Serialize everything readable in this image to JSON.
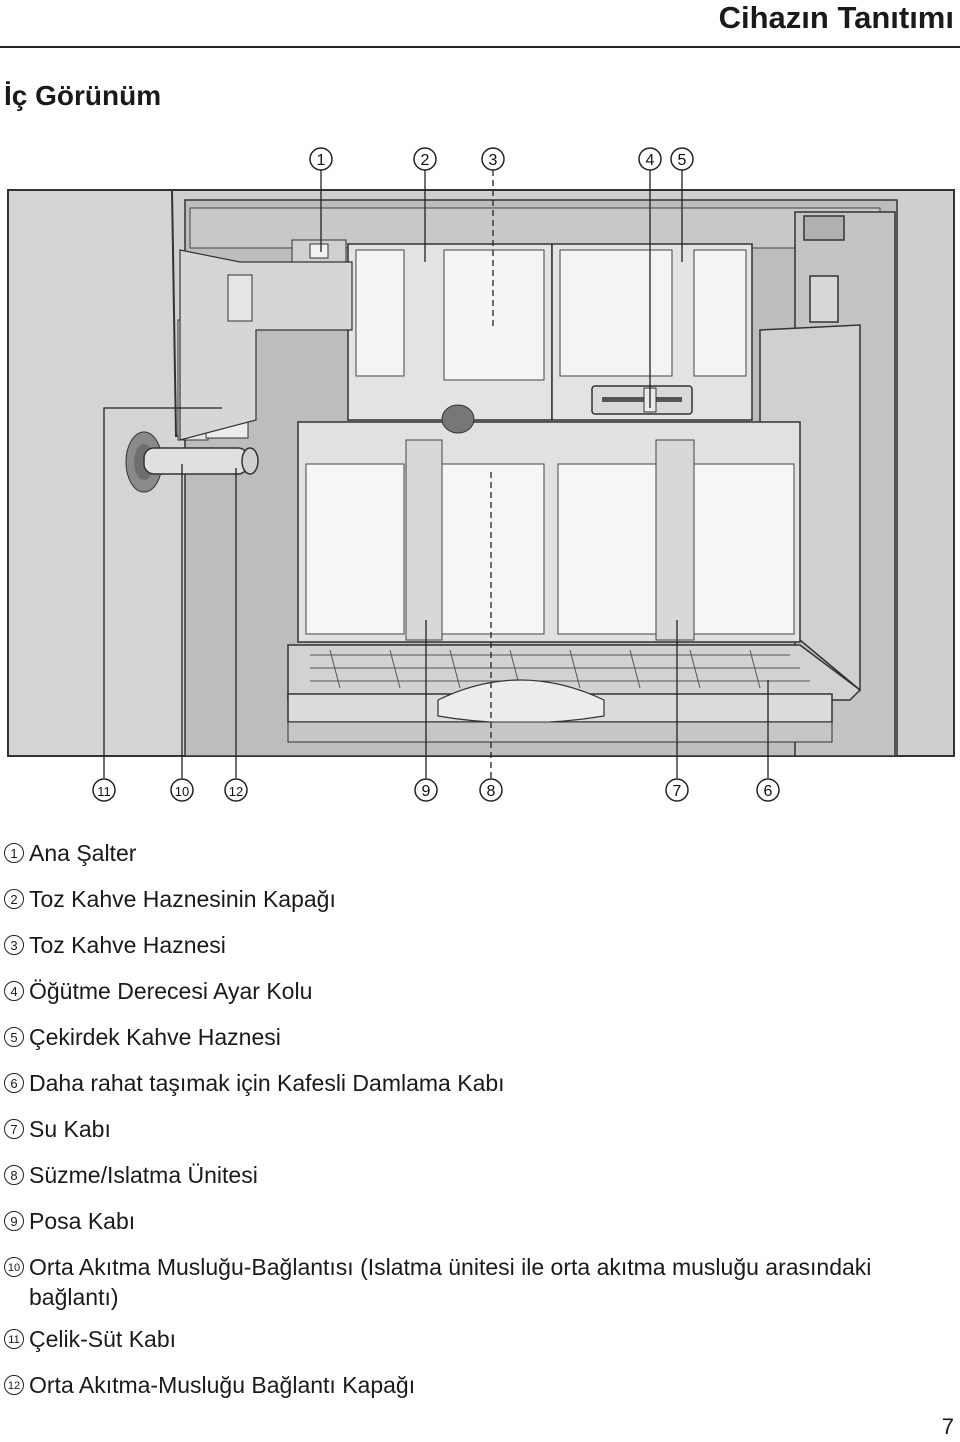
{
  "header": {
    "title": "Cihazın Tanıtımı"
  },
  "section": {
    "title": "İç Görünüm"
  },
  "figure": {
    "callouts_top": [
      "1",
      "2",
      "3",
      "4",
      "5"
    ],
    "callouts_bottom": [
      "11",
      "10",
      "12",
      "9",
      "8",
      "7",
      "6"
    ]
  },
  "legend": [
    {
      "num": "1",
      "text": "Ana Şalter"
    },
    {
      "num": "2",
      "text": "Toz Kahve Haznesinin Kapağı"
    },
    {
      "num": "3",
      "text": "Toz Kahve Haznesi"
    },
    {
      "num": "4",
      "text": "Öğütme Derecesi Ayar Kolu"
    },
    {
      "num": "5",
      "text": "Çekirdek Kahve Haznesi"
    },
    {
      "num": "6",
      "text": "Daha rahat taşımak için Kafesli Damlama Kabı"
    },
    {
      "num": "7",
      "text": "Su Kabı"
    },
    {
      "num": "8",
      "text": "Süzme/Islatma Ünitesi"
    },
    {
      "num": "9",
      "text": "Posa Kabı"
    },
    {
      "num": "10",
      "text": "Orta Akıtma Musluğu-Bağlantısı (Islatma ünitesi ile orta akıtma musluğu arasındaki bağlantı)"
    },
    {
      "num": "11",
      "text": "Çelik-Süt Kabı"
    },
    {
      "num": "12",
      "text": "Orta Akıtma-Musluğu Bağlantı Kapağı"
    }
  ],
  "page": {
    "number": "7"
  }
}
